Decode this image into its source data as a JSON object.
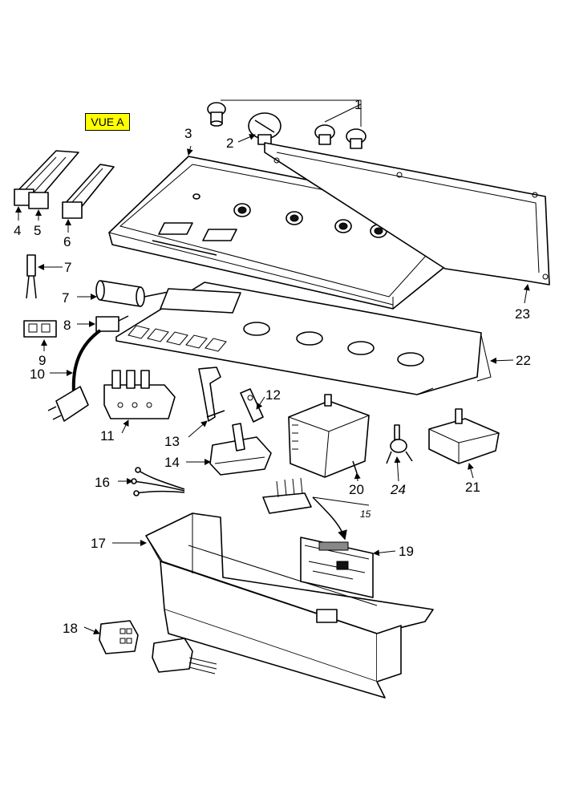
{
  "view_label": "VUE A",
  "accent_color": "#ffff00",
  "callouts": {
    "c1": "1",
    "c2": "2",
    "c3": "3",
    "c4": "4",
    "c5": "5",
    "c6": "6",
    "c7a": "7",
    "c7b": "7",
    "c8": "8",
    "c9": "9",
    "c10": "10",
    "c11": "11",
    "c12": "12",
    "c13": "13",
    "c14": "14",
    "c15": "15",
    "c16": "16",
    "c17": "17",
    "c18": "18",
    "c19": "19",
    "c20": "20",
    "c21": "21",
    "c22": "22",
    "c23": "23",
    "c24": "24"
  }
}
